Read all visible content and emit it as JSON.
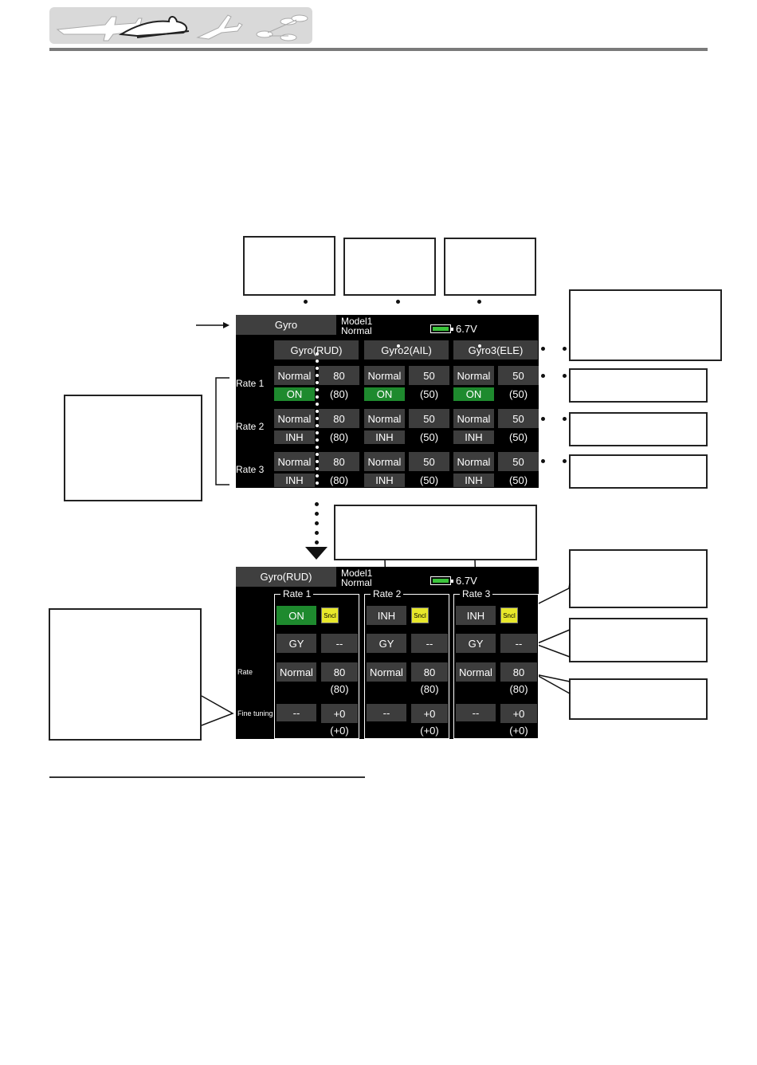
{
  "top_screen": {
    "title": "Gyro",
    "model_name": "Model1",
    "condition": "Normal",
    "voltage": "6.7V",
    "battery_level": 1.0,
    "columns": [
      "Gyro(RUD)",
      "Gyro2(AIL)",
      "Gyro3(ELE)"
    ],
    "rates": [
      {
        "label": "Rate 1",
        "cells": [
          {
            "mode": "Normal",
            "value": "80",
            "sw": "ON",
            "sub": "(80)"
          },
          {
            "mode": "Normal",
            "value": "50",
            "sw": "ON",
            "sub": "(50)"
          },
          {
            "mode": "Normal",
            "value": "50",
            "sw": "ON",
            "sub": "(50)"
          }
        ]
      },
      {
        "label": "Rate 2",
        "cells": [
          {
            "mode": "Normal",
            "value": "80",
            "sw": "INH",
            "sub": "(80)"
          },
          {
            "mode": "Normal",
            "value": "50",
            "sw": "INH",
            "sub": "(50)"
          },
          {
            "mode": "Normal",
            "value": "50",
            "sw": "INH",
            "sub": "(50)"
          }
        ]
      },
      {
        "label": "Rate 3",
        "cells": [
          {
            "mode": "Normal",
            "value": "80",
            "sw": "INH",
            "sub": "(80)"
          },
          {
            "mode": "Normal",
            "value": "50",
            "sw": "INH",
            "sub": "(50)"
          },
          {
            "mode": "Normal",
            "value": "50",
            "sw": "INH",
            "sub": "(50)"
          }
        ]
      }
    ]
  },
  "bottom_screen": {
    "title": "Gyro(RUD)",
    "model_name": "Model1",
    "condition": "Normal",
    "voltage": "6.7V",
    "battery_level": 1.0,
    "row_labels": {
      "rate": "Rate",
      "fine": "Fine tuning"
    },
    "groups": [
      {
        "name": "Rate 1",
        "sw": "ON",
        "sncl": "Sncl",
        "type": "GY",
        "type_val": "--",
        "mode": "Normal",
        "value": "80",
        "value_sub": "(80)",
        "fine_sw": "--",
        "fine_val": "+0",
        "fine_sub": "(+0)"
      },
      {
        "name": "Rate 2",
        "sw": "INH",
        "sncl": "Sncl",
        "type": "GY",
        "type_val": "--",
        "mode": "Normal",
        "value": "80",
        "value_sub": "(80)",
        "fine_sw": "--",
        "fine_val": "+0",
        "fine_sub": "(+0)"
      },
      {
        "name": "Rate 3",
        "sw": "INH",
        "sncl": "Sncl",
        "type": "GY",
        "type_val": "--",
        "mode": "Normal",
        "value": "80",
        "value_sub": "(80)",
        "fine_sw": "--",
        "fine_val": "+0",
        "fine_sub": "(+0)"
      }
    ]
  },
  "colors": {
    "on": "#1e8a2e",
    "cell": "#3d3d3d",
    "sncl": "#e8e82a"
  },
  "icons": [
    "airplane-icon",
    "helicopter-icon",
    "glider-icon",
    "multicopter-icon"
  ]
}
